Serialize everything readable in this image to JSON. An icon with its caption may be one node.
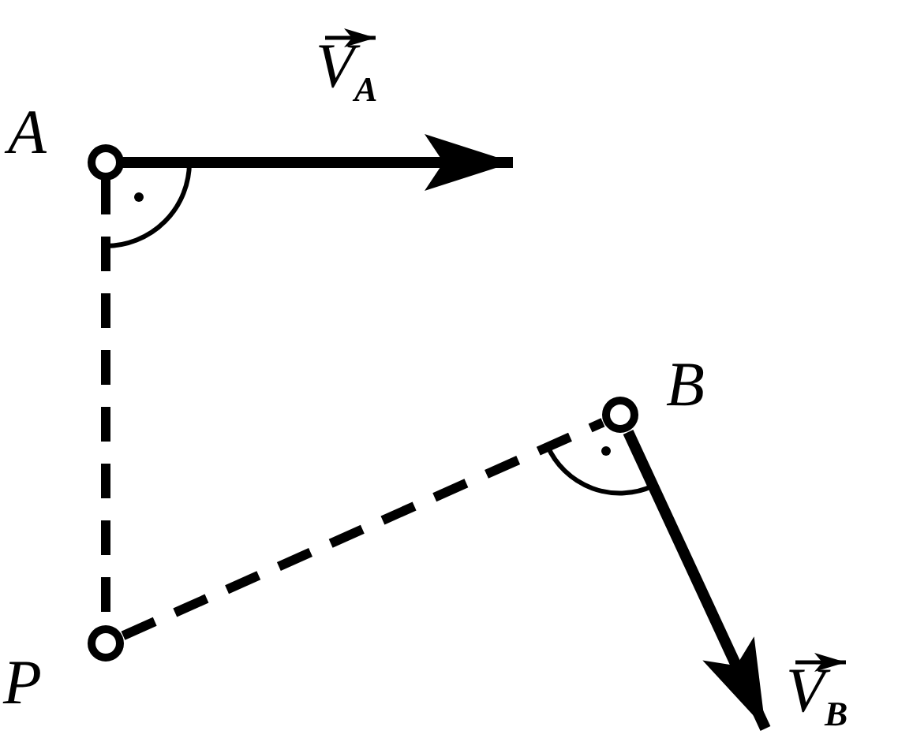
{
  "diagram": {
    "nodes": [
      {
        "text": [
          "A"
        ]
      },
      {
        "text": [
          "B"
        ]
      },
      {
        "text": [
          "P"
        ]
      }
    ],
    "edges": [
      {
        "from": 0,
        "to": 2,
        "arrow": "none",
        "style": "dashed"
      },
      {
        "from": 2,
        "to": 1,
        "arrow": "none",
        "style": "dashed"
      }
    ],
    "labels": [
      "V$_{A}$",
      "V$_{B}$"
    ]
  }
}
